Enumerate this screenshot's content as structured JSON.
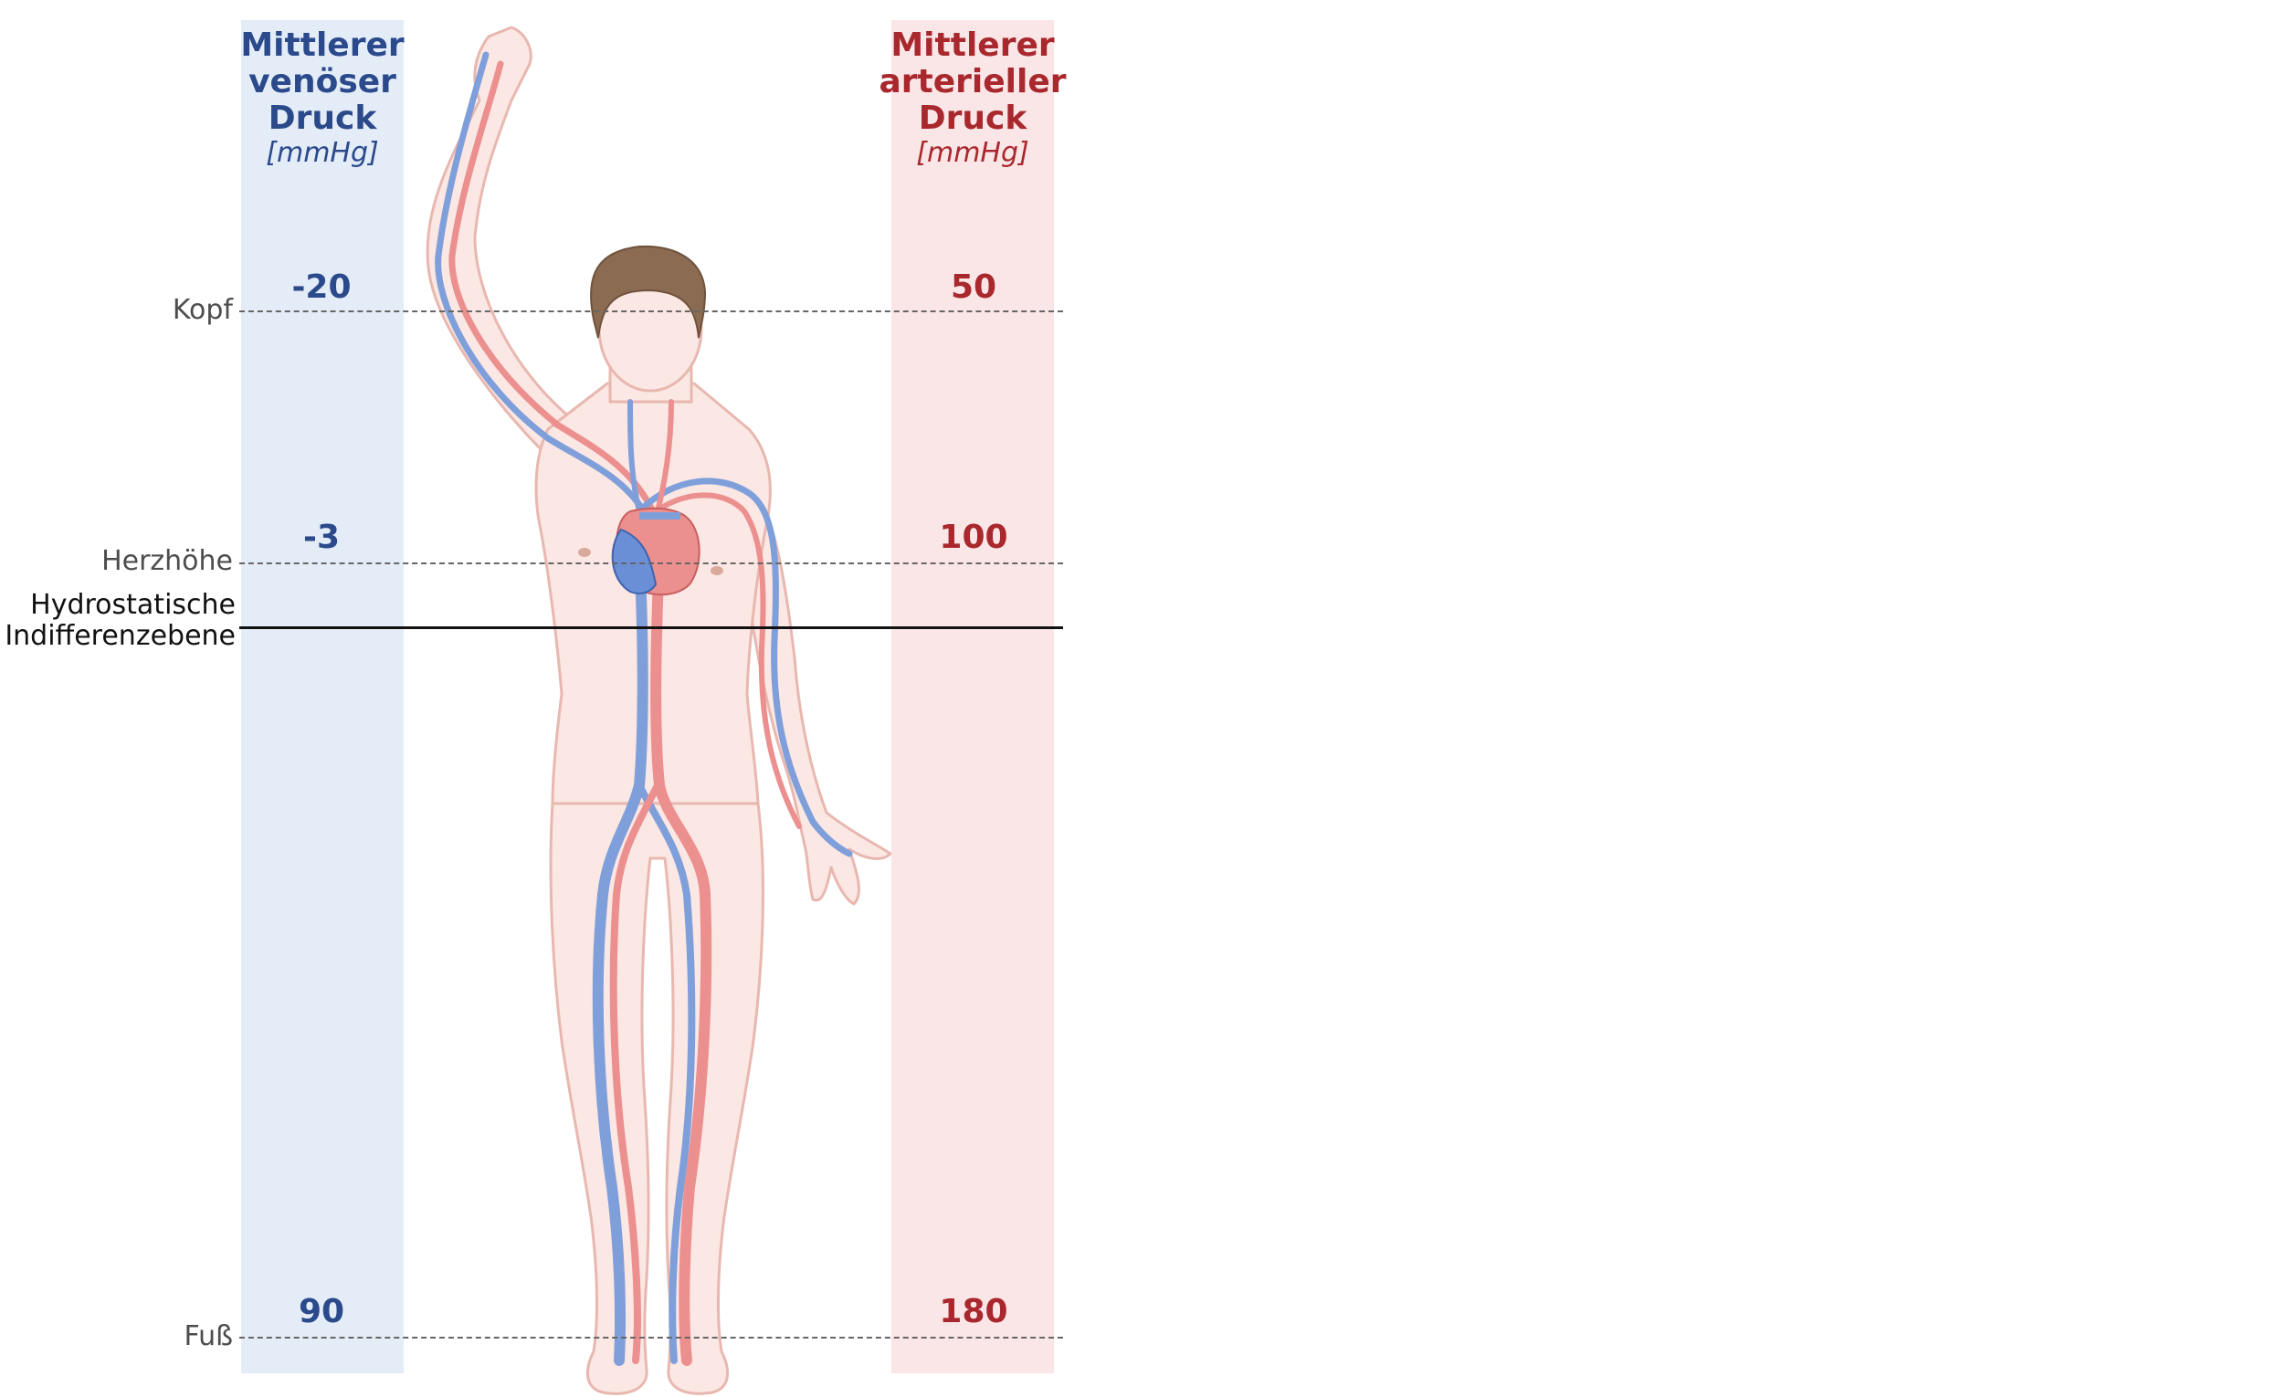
{
  "columns": {
    "venous": {
      "title_lines": [
        "Mittlerer",
        "venöser",
        "Druck"
      ],
      "unit": "[mmHg]",
      "color": "#2b4a8c",
      "band_color": "#e4ecf7"
    },
    "arterial": {
      "title_lines": [
        "Mittlerer",
        "arterieller",
        "Druck"
      ],
      "unit": "[mmHg]",
      "color": "#a8282d",
      "band_color": "#fbe6e7"
    }
  },
  "levels": [
    {
      "name": "Kopf",
      "venous": "-20",
      "arterial": "50"
    },
    {
      "name": "Herzhöhe",
      "venous": "-3",
      "arterial": "100"
    },
    {
      "name": "Fuß",
      "venous": "90",
      "arterial": "180"
    }
  ],
  "reference_plane": {
    "label_lines": [
      "Hydrostatische",
      "Indifferenzebene"
    ]
  },
  "figure": {
    "skin_fill": "#fbe7e3",
    "skin_stroke": "#e8b8b0",
    "hair_color": "#8b6b52",
    "artery_color": "#ec8f8f",
    "vein_color": "#7f9fdb",
    "icons": [
      "human-body",
      "heart-icon"
    ]
  }
}
